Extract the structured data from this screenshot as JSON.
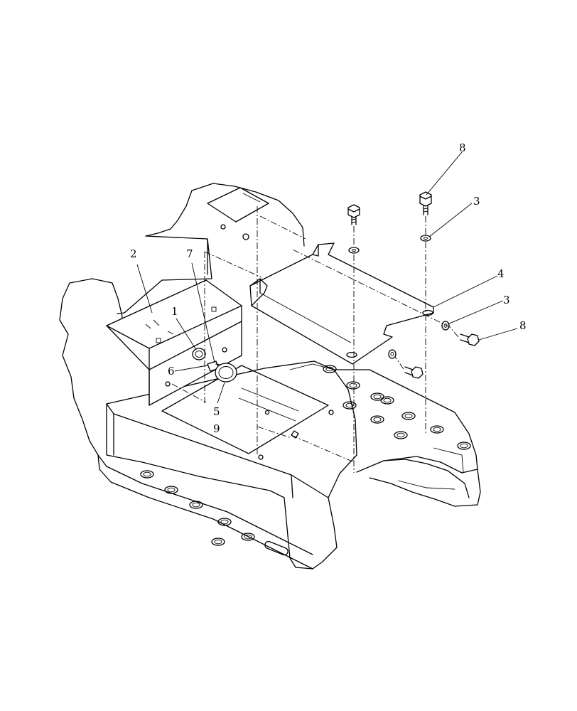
{
  "callouts": [
    {
      "id": "c1",
      "text": "1"
    },
    {
      "id": "c2",
      "text": "2"
    },
    {
      "id": "c3a",
      "text": "3"
    },
    {
      "id": "c3b",
      "text": "3"
    },
    {
      "id": "c4",
      "text": "4"
    },
    {
      "id": "c5",
      "text": "5"
    },
    {
      "id": "c6",
      "text": "6"
    },
    {
      "id": "c7",
      "text": "7"
    },
    {
      "id": "c8a",
      "text": "8"
    },
    {
      "id": "c8b",
      "text": "8"
    },
    {
      "id": "c9",
      "text": "9"
    }
  ]
}
